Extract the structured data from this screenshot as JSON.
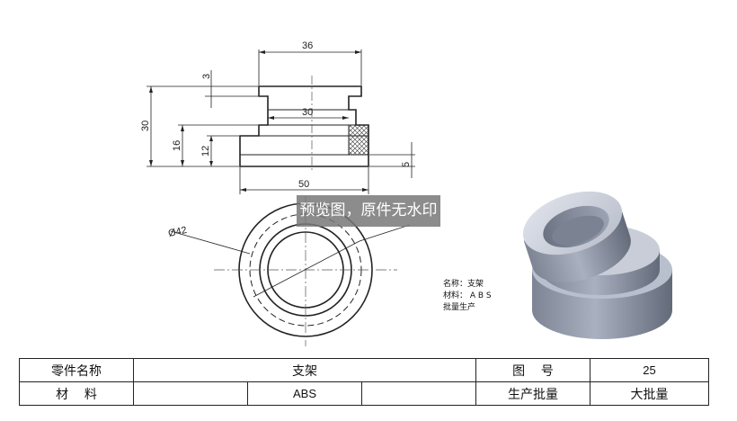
{
  "dimensions": {
    "width_top": "36",
    "step_height": "3",
    "inner_width": "30",
    "total_height": "30",
    "height_16": "16",
    "height_12": "12",
    "base_height": "5",
    "base_width": "50",
    "diameter": "Ø42"
  },
  "note": {
    "name": "名称：支架",
    "material": "材料：  A B S",
    "batch": "批量生产"
  },
  "watermark": "预览图，原件无水印",
  "title_block": {
    "part_name_label": "零件名称",
    "part_name_value": "支架",
    "drawing_no_label": "图    号",
    "drawing_no_value": "25",
    "material_label": "材    料",
    "material_value": "ABS",
    "production_label": "生产批量",
    "production_value": "大批量"
  },
  "colors": {
    "line": "#222222",
    "hatch": "#333333",
    "render_light": "#d4d8e2",
    "render_mid": "#9aa1b0",
    "render_dark": "#5f6675"
  }
}
